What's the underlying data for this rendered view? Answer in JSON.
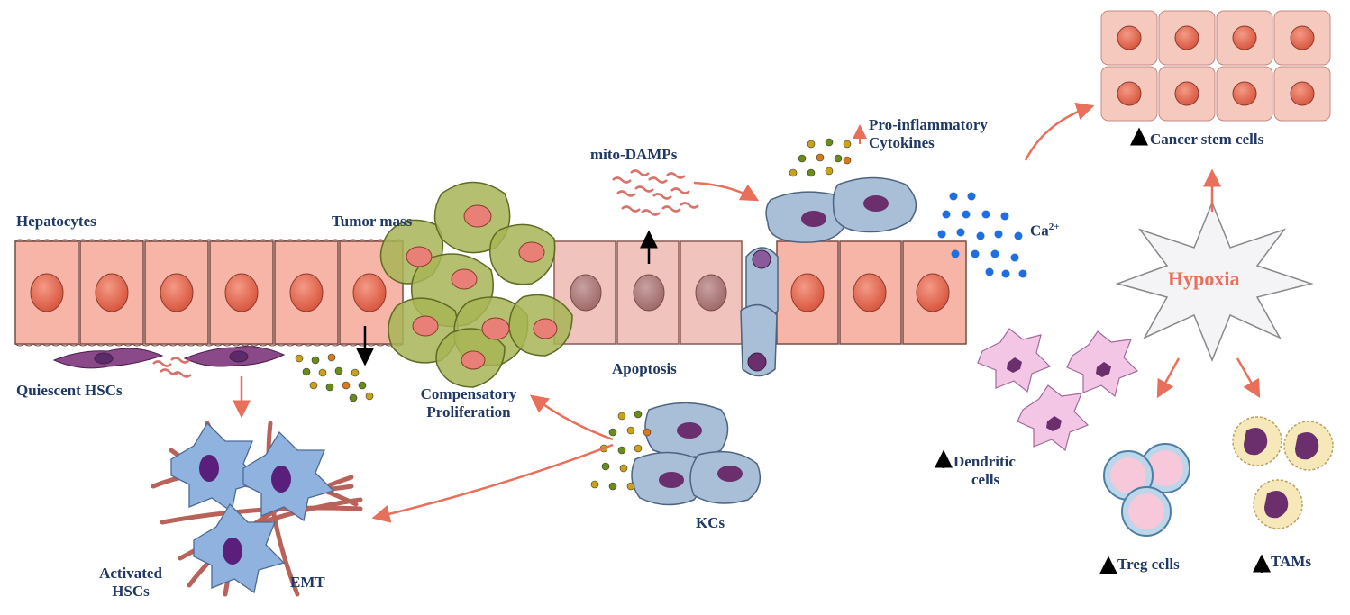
{
  "labels": {
    "hepatocytes": "Hepatocytes",
    "tumor_mass": "Tumor mass",
    "mito_damps": "mito-DAMPs",
    "pro_inflammatory_line1": "Pro-inflammatory",
    "pro_inflammatory_line2": "Cytokines",
    "cancer_stem_cells": "Cancer stem cells",
    "calcium": "Ca",
    "calcium_superscript": "2+",
    "hypoxia": "Hypoxia",
    "quiescent_hscs": "Quiescent HSCs",
    "compensatory_line1": "Compensatory",
    "compensatory_line2": "Proliferation",
    "apoptosis": "Apoptosis",
    "kcs": "KCs",
    "activated_hscs_line1": "Activated",
    "activated_hscs_line2": "HSCs",
    "emt": "EMT",
    "dendritic_line1": "Dendritic",
    "dendritic_line2": "cells",
    "treg_cells": "Treg cells",
    "tams": "TAMs"
  },
  "colors": {
    "label_text": "#1f3864",
    "hypoxia_text": "#e8705a",
    "arrow_red": "#e8705a",
    "arrow_black": "#000000",
    "hepatocyte_fill": "#f6b5a6",
    "hepatocyte_nucleus": "#e8705a",
    "tumor_fill": "#a7b556",
    "calcium_dots": "#1f6fe0",
    "immune_cell_blue": "#a9bfd8",
    "dendritic_pink": "#f3c6e6",
    "tam_yellow": "#f6e8b8",
    "nucleus_purple": "#6b2f6e"
  },
  "icons": [
    "up-arrow-icon",
    "starburst-icon",
    "hepatocyte-icon",
    "tumor-cell-icon",
    "kupffer-cell-icon",
    "dendritic-cell-icon",
    "treg-cell-icon",
    "tam-cell-icon",
    "hsc-icon",
    "cytokine-dot-icon",
    "calcium-ion-icon"
  ]
}
